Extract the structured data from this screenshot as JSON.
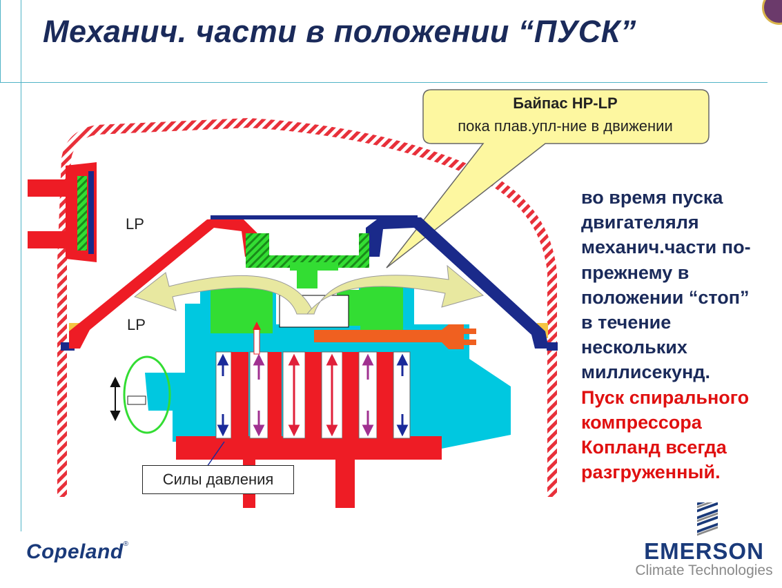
{
  "title": "Механич. части в положении “ПУСК”",
  "labels": {
    "lp_top": "LP",
    "lp_mid": "LP"
  },
  "callout": {
    "title": "Байпас HP-LP",
    "subtitle": "пока плав.упл-ние в движении"
  },
  "pressure_label": "Силы давления",
  "side_text": {
    "dark": [
      "во время пуска",
      "двигателяля",
      "механич.части по-",
      "прежнему в",
      "положении “стоп”",
      "в течение",
      "нескольких",
      "миллисекунд."
    ],
    "red": [
      "Пуск спирального",
      "компрессора",
      "Копланд всегда",
      "разгруженный."
    ]
  },
  "brand": {
    "copeland": "Copeland",
    "emerson": "EMERSON",
    "emerson_sub": "Climate Technologies"
  },
  "colors": {
    "title": "#1a2a5a",
    "shell": "#e8303a",
    "scroll_red": "#ee1c25",
    "body_cyan": "#00c8e0",
    "seal_green": "#33dd33",
    "dark_blue": "#1a2a8a",
    "callout_fill": "#fdf7a0",
    "arrow_yellow": "#e8e8a0",
    "emphasis_red": "#e01010"
  }
}
